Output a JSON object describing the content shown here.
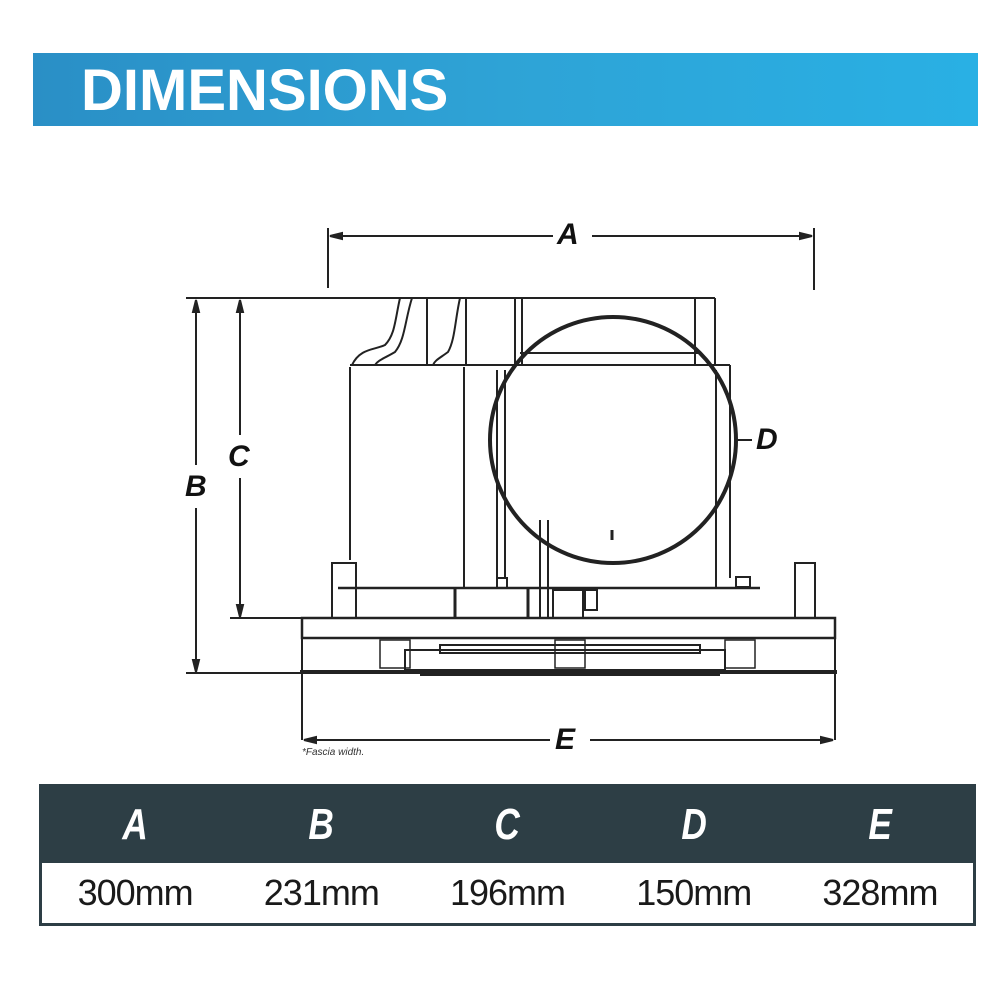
{
  "header": {
    "title": "DIMENSIONS",
    "background_gradient": [
      "#2a8fc6",
      "#29b0e4"
    ],
    "text_color": "#ffffff"
  },
  "diagram": {
    "subject": "exhaust fan side elevation with duct spigot",
    "labels": {
      "A": "A",
      "B": "B",
      "C": "C",
      "D": "D",
      "E": "E"
    },
    "note": "*Fascia width."
  },
  "table": {
    "header_bg": "#2d3e45",
    "columns": [
      {
        "key": "A",
        "value": "300mm"
      },
      {
        "key": "B",
        "value": "231mm"
      },
      {
        "key": "C",
        "value": "196mm"
      },
      {
        "key": "D",
        "value": "150mm"
      },
      {
        "key": "E",
        "value": "328mm"
      }
    ]
  }
}
